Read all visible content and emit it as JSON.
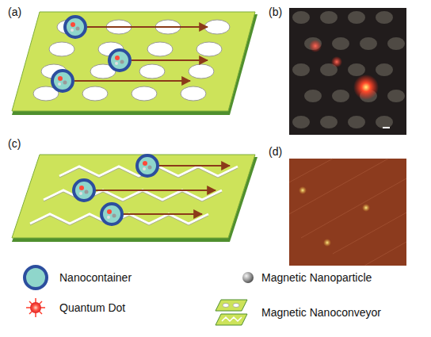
{
  "diagram": {
    "labels": [
      "(a)",
      "(b)",
      "(c)",
      "(d)"
    ],
    "legend": [
      {
        "text": "Nanocontainer"
      },
      {
        "text": "Magnetic Nanoparticle"
      },
      {
        "text": "Quantum Dot"
      },
      {
        "text": "Magnetic Nanoconveyor"
      }
    ]
  }
}
